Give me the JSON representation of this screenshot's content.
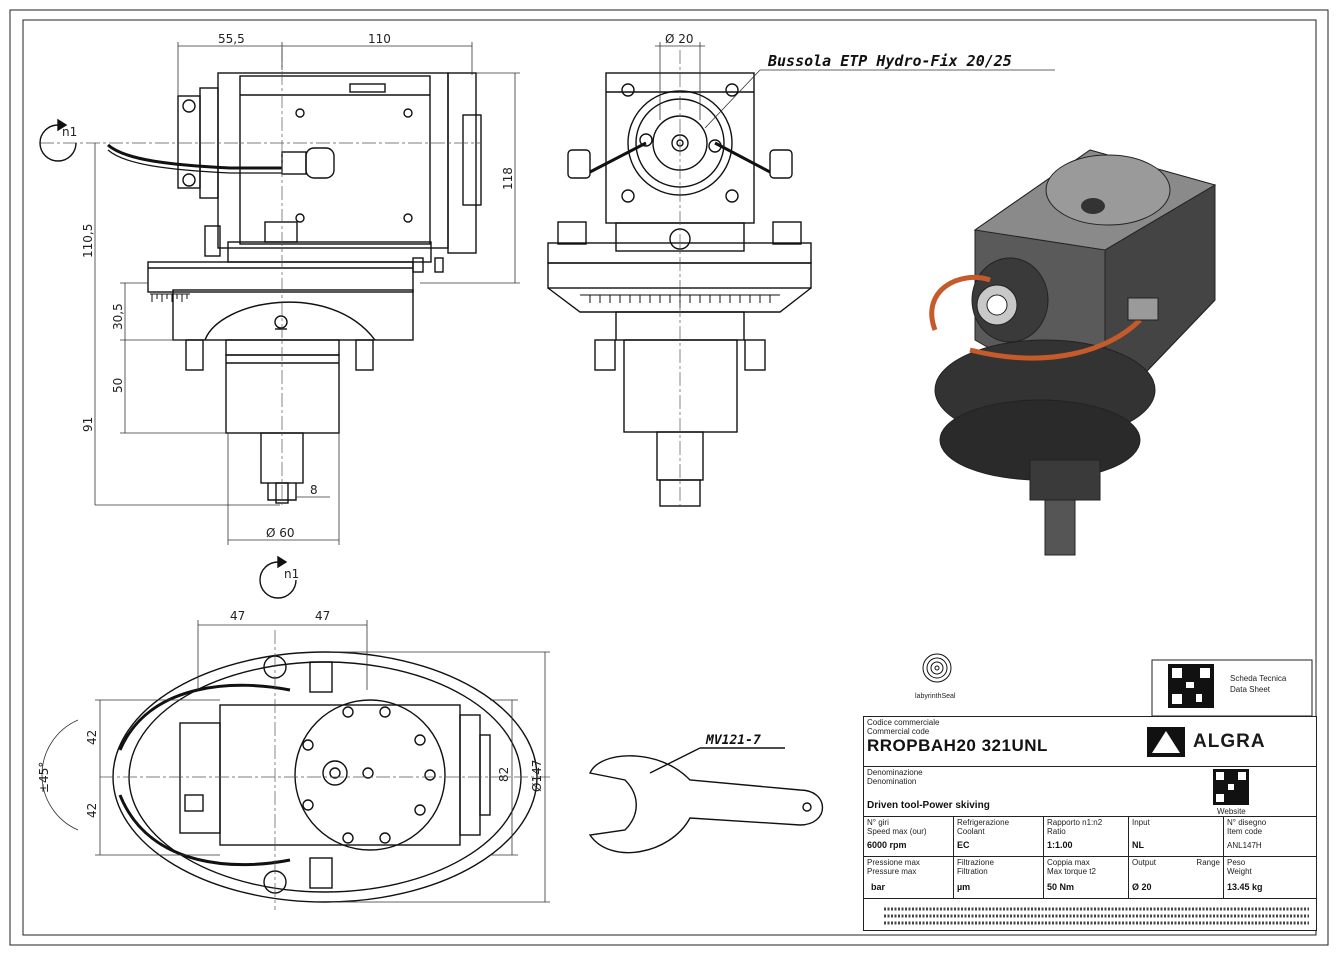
{
  "drawing": {
    "dims": {
      "d55_5": "55,5",
      "d110_top": "110",
      "d118": "118",
      "d110_5": "110,5",
      "d30_5": "30,5",
      "d50": "50",
      "d91": "91",
      "d8": "8",
      "dia60": "Ø 60",
      "dia20": "Ø 20",
      "d47_left": "47",
      "d47_right": "47",
      "d42_top": "42",
      "d42_bottom": "42",
      "d82": "82",
      "dia147": "Ø147",
      "pm45": "±45°"
    },
    "rotation_label_1": "n1",
    "rotation_label_2": "n1",
    "bushing_label": "Bussola ETP Hydro-Fix 20/25",
    "wrench_label": "MV121-7",
    "seal_caption": "labyrinthSeal"
  },
  "titleblock": {
    "qr_caption_line1": "Scheda Tecnica",
    "qr_caption_line2": "Data Sheet",
    "code_label_it": "Codice commerciale",
    "code_label_en": "Commercial code",
    "code_value": "RROPBAH20 321UNL",
    "denom_label_it": "Denominazione",
    "denom_label_en": "Denomination",
    "denom_value": "Driven tool-Power skiving",
    "brand": "ALGRA",
    "website_label": "Website",
    "speed_label_it": "N° giri",
    "speed_label_en": "Speed max (our)",
    "speed_value": "6000 rpm",
    "coolant_label_it": "Refrigerazione",
    "coolant_label_en": "Coolant",
    "coolant_value": "EC",
    "ratio_label_it": "Rapporto n1:n2",
    "ratio_label_en": "Ratio",
    "ratio_value": "1:1.00",
    "input_label": "Input",
    "input_value": "NL",
    "drawing_no_label_it": "N° disegno",
    "drawing_no_label_en": "Item code",
    "drawing_no_value": "ANL147H",
    "pressure_label_it": "Pressione max",
    "pressure_label_en": "Pressure max",
    "pressure_value": "bar",
    "filtration_label_it": "Filtrazione",
    "filtration_label_en": "Filtration",
    "filtration_value": "µm",
    "torque_label_it": "Coppia max",
    "torque_label_en": "Max torque t2",
    "torque_value": "50 Nm",
    "output_label_it": "Output",
    "output_label_en": "Range",
    "output_value": "Ø 20",
    "weight_label_it": "Peso",
    "weight_label_en": "Weight",
    "weight_value": "13.45 kg"
  }
}
